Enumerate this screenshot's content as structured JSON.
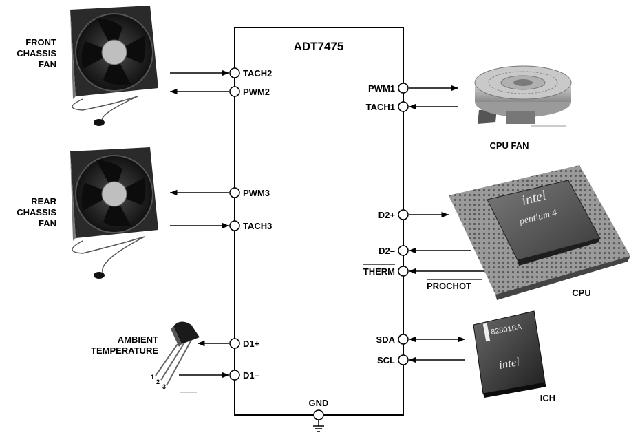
{
  "chip": {
    "title": "ADT7475"
  },
  "left_pins": {
    "tach2": "TACH2",
    "pwm2": "PWM2",
    "pwm3": "PWM3",
    "tach3": "TACH3",
    "d1p": "D1+",
    "d1m": "D1–"
  },
  "right_pins": {
    "pwm1": "PWM1",
    "tach1": "TACH1",
    "d2p": "D2+",
    "d2m": "D2–",
    "therm": "THERM",
    "sda": "SDA",
    "scl": "SCL"
  },
  "bottom_pin": {
    "gnd": "GND"
  },
  "devices": {
    "front_fan": [
      "FRONT",
      "CHASSIS",
      "FAN"
    ],
    "rear_fan": [
      "REAR",
      "CHASSIS",
      "FAN"
    ],
    "ambient": [
      "AMBIENT",
      "TEMPERATURE"
    ],
    "cpu_fan": "CPU FAN",
    "cpu": "CPU",
    "prochot": "PROCHOT",
    "ich": "ICH",
    "cpu_marking": [
      "intel",
      "pentium 4"
    ],
    "ich_marking": [
      "82801BA",
      "intel"
    ],
    "sensor_leads": [
      "1",
      "2",
      "3"
    ]
  }
}
